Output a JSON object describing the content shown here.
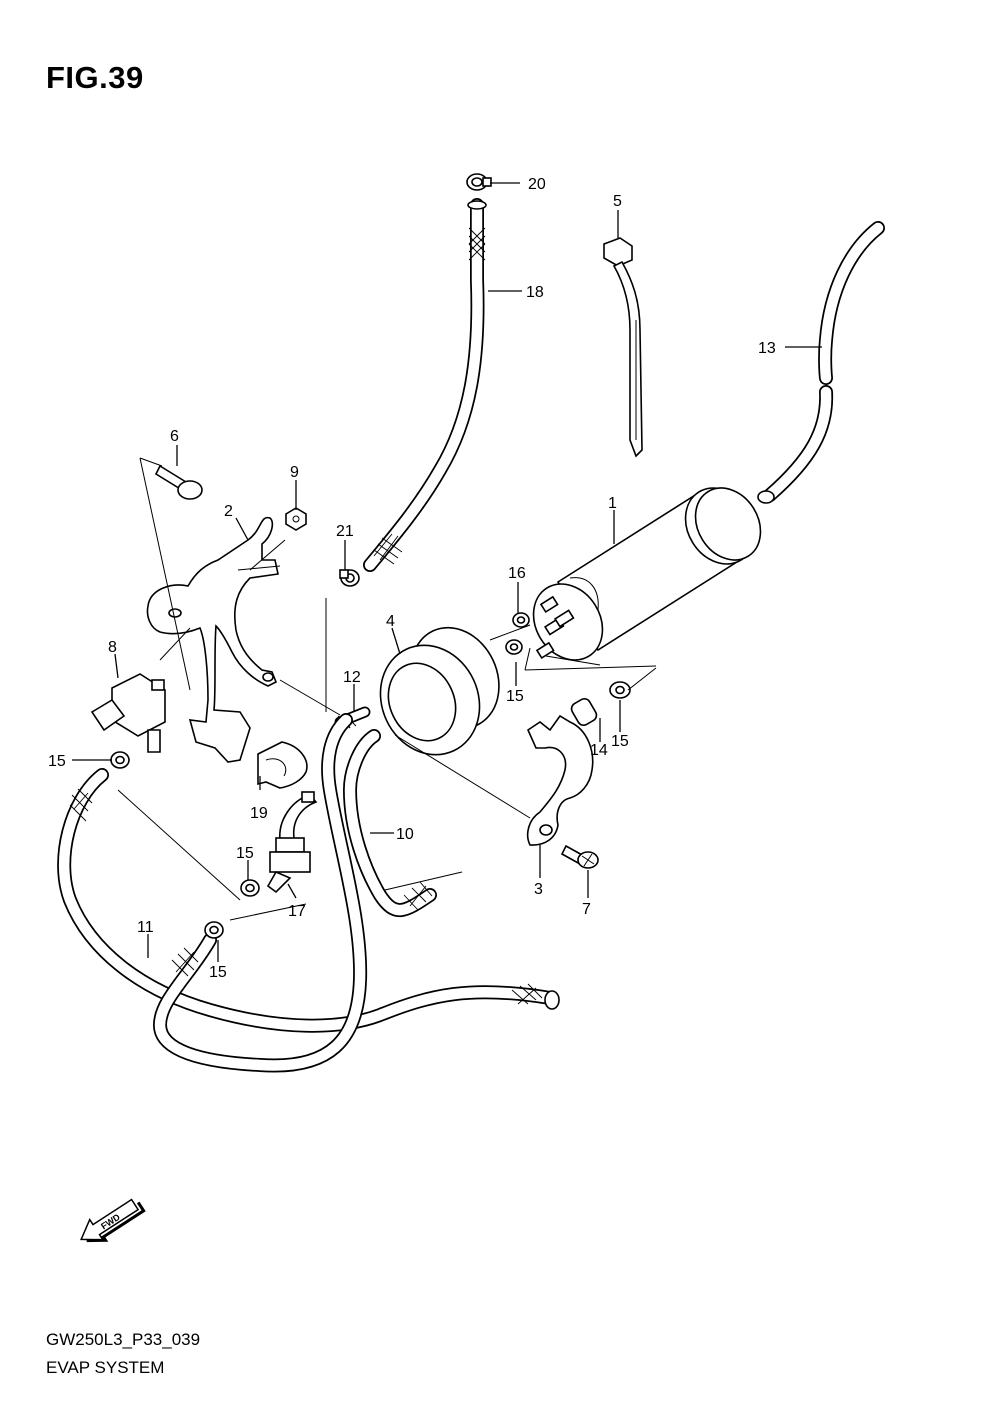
{
  "figure": {
    "title": "FIG.39"
  },
  "footer": {
    "code": "GW250L3_P33_039",
    "name": "EVAP SYSTEM"
  },
  "direction_marker": "FWD",
  "callouts": [
    "1",
    "2",
    "3",
    "4",
    "5",
    "6",
    "7",
    "8",
    "9",
    "10",
    "11",
    "12",
    "13",
    "14",
    "15",
    "15",
    "15",
    "15",
    "15",
    "15",
    "16",
    "17",
    "18",
    "19",
    "20",
    "21"
  ]
}
